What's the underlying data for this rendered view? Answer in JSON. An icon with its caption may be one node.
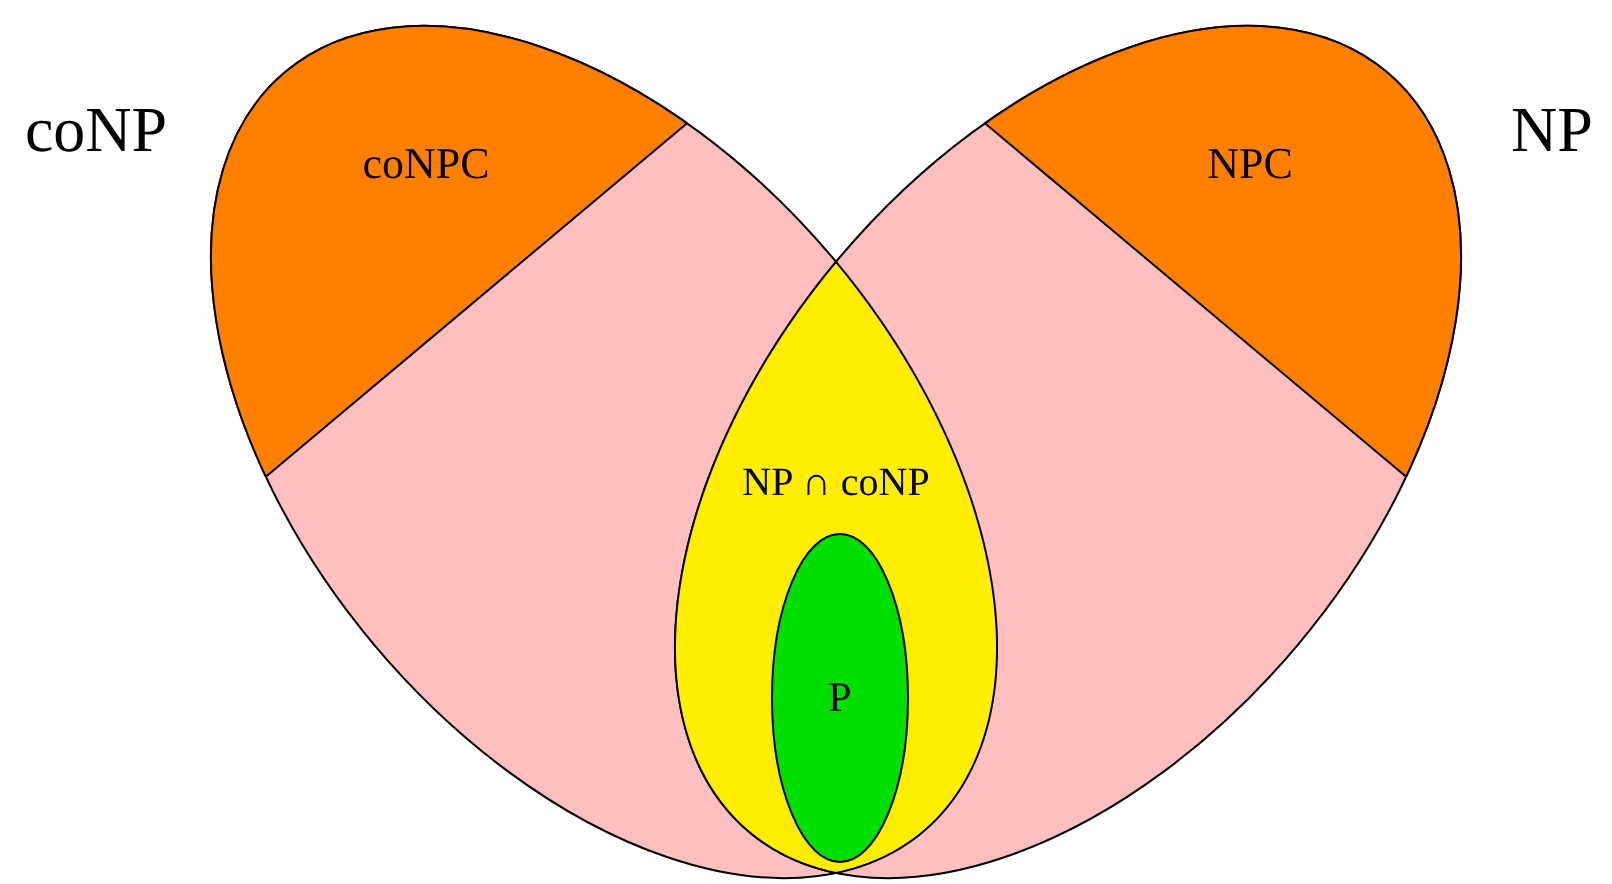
{
  "diagram": {
    "nodes": [
      {
        "text": [
          "coNP"
        ]
      },
      {
        "text": [
          "coNPC"
        ],
        "in": 0
      },
      {
        "text": [
          "NP"
        ]
      },
      {
        "text": [
          "NPC"
        ],
        "in": 2
      },
      {
        "text": [
          "NP ∩ coNP"
        ]
      },
      {
        "text": [
          "P"
        ],
        "in": 4
      }
    ]
  }
}
